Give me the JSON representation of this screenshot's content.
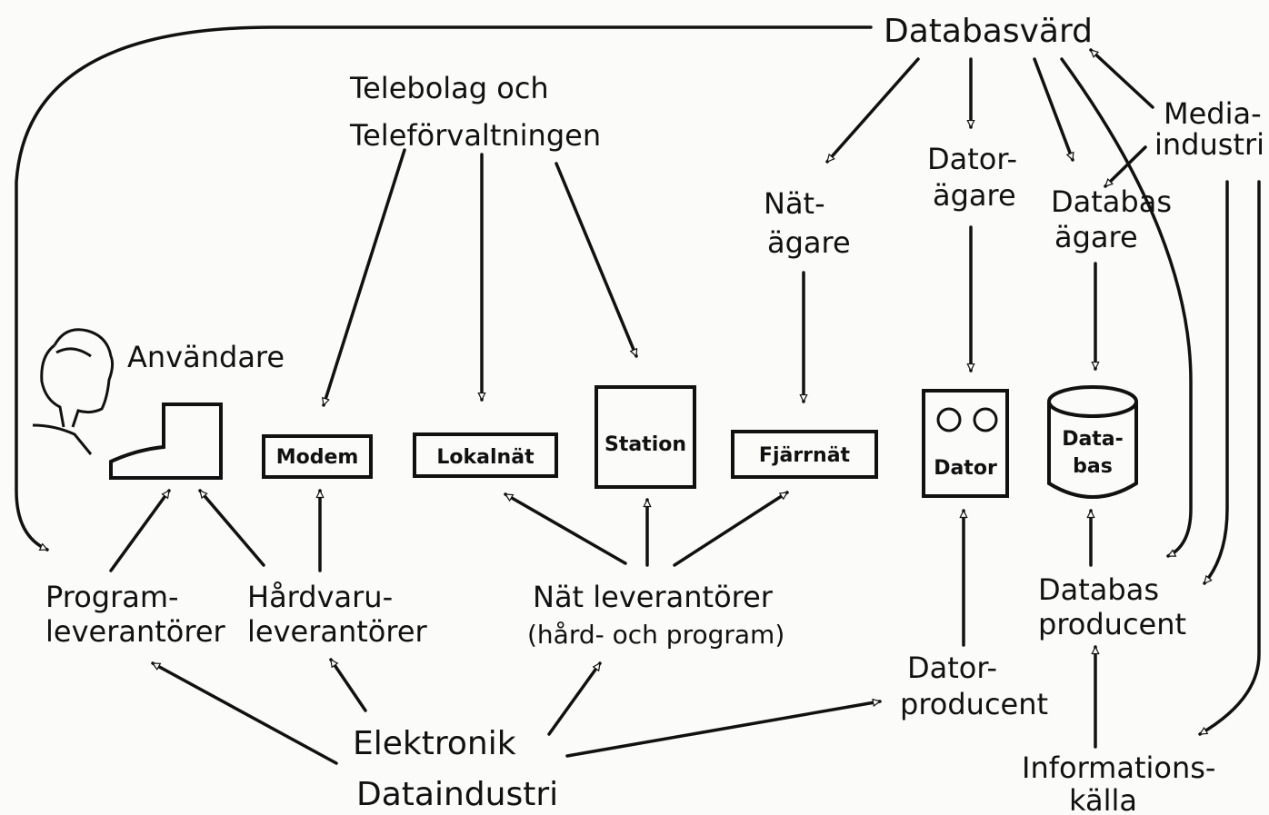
{
  "nodes": {
    "databasvard": "Databasvärd",
    "telebolag_1": "Telebolag och",
    "telebolag_2": "Teleförvaltningen",
    "media_1": "Media-",
    "media_2": "industri",
    "dator_agare_1": "Dator-",
    "dator_agare_2": "ägare",
    "nat_agare_1": "Nät-",
    "nat_agare_2": "ägare",
    "databas_agare_1": "Databas",
    "databas_agare_2": "ägare",
    "anvandare": "Användare",
    "modem": "Modem",
    "lokalnat": "Lokalnät",
    "station": "Station",
    "fjarrnat": "Fjärrnät",
    "dator": "Dator",
    "databas_1": "Data-",
    "databas_2": "bas",
    "program_lev_1": "Program-",
    "program_lev_2": "leverantörer",
    "hardvaru_lev_1": "Hårdvaru-",
    "hardvaru_lev_2": "leverantörer",
    "nat_lev_1": "Nät leverantörer",
    "nat_lev_2": "(hård- och program)",
    "databas_prod_1": "Databas",
    "databas_prod_2": "producent",
    "dator_prod_1": "Dator-",
    "dator_prod_2": "producent",
    "elektronik": "Elektronik",
    "dataindustri": "Dataindustri",
    "info_kalla_1": "Informations-",
    "info_kalla_2": "källa"
  },
  "colors": {
    "ink": "#111111",
    "paper": "#fbfbf9"
  }
}
